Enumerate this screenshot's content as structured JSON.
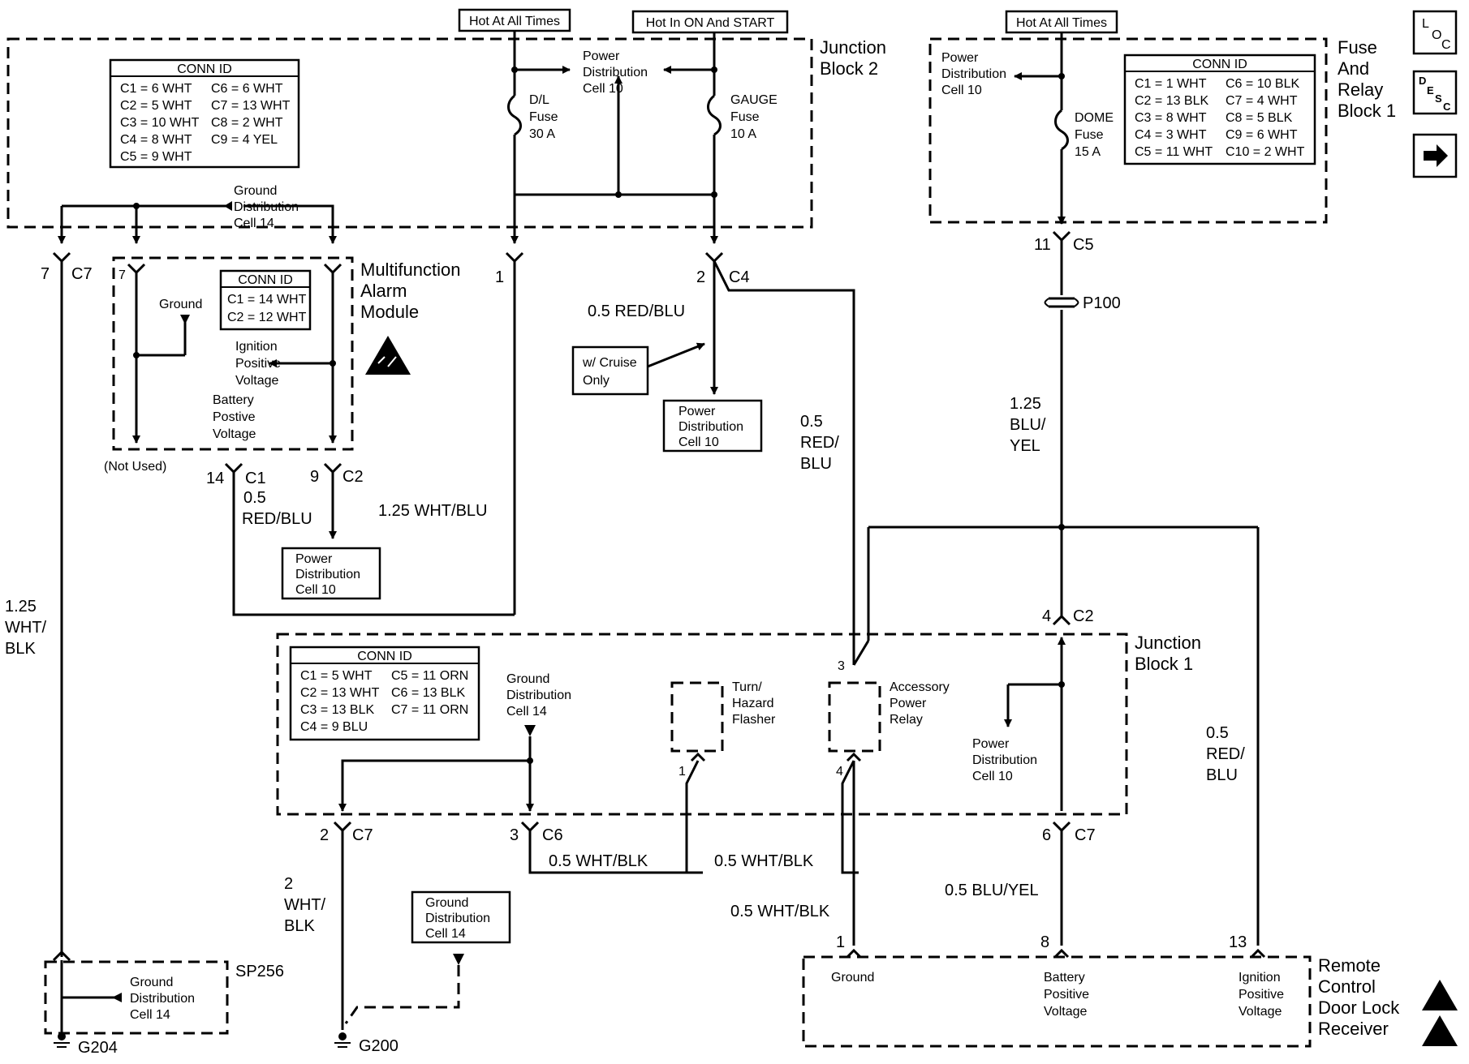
{
  "supply": {
    "hot_at_all_times_1": "Hot At All Times",
    "hot_in_on_and_start": "Hot In ON And START",
    "hot_at_all_times_2": "Hot At All Times"
  },
  "junction_block_2": {
    "name_line1": "Junction",
    "name_line2": "Block 2",
    "conn_id": {
      "title": "CONN ID",
      "col1": [
        "C1 = 6 WHT",
        "C2 = 5 WHT",
        "C3 = 10 WHT",
        "C4 = 8 WHT",
        "C5 = 9 WHT"
      ],
      "col2": [
        "C6 = 6 WHT",
        "C7 = 13 WHT",
        "C8 = 2 WHT",
        "C9 = 4 YEL"
      ]
    },
    "power_dist": [
      "Power",
      "Distribution",
      "Cell 10"
    ],
    "dl_fuse": [
      "D/L",
      "Fuse",
      "30 A"
    ],
    "gauge_fuse": [
      "GAUGE",
      "Fuse",
      "10 A"
    ],
    "ground_dist": [
      "Ground",
      "Distribution",
      "Cell 14"
    ]
  },
  "fuse_relay_block_1": {
    "name": [
      "Fuse",
      "And",
      "Relay",
      "Block 1"
    ],
    "power_dist": [
      "Power",
      "Distribution",
      "Cell 10"
    ],
    "dome_fuse": [
      "DOME",
      "Fuse",
      "15 A"
    ],
    "conn_id": {
      "title": "CONN ID",
      "col1": [
        "C1 = 1 WHT",
        "C2 = 13 BLK",
        "C3 = 8 WHT",
        "C4 = 3 WHT",
        "C5 = 11 WHT"
      ],
      "col2": [
        "C6 = 10 BLK",
        "C7 = 4 WHT",
        "C8 = 5 BLK",
        "C9 = 6 WHT",
        "C10 = 2 WHT"
      ]
    }
  },
  "nav": {
    "loc": [
      "L",
      "O",
      "C"
    ],
    "desc": [
      "D",
      "E",
      "S",
      "C"
    ],
    "arrow": "arrow-right-icon"
  },
  "connectors": {
    "jb2_c7_pin": "7",
    "jb2_c7": "C7",
    "jb2_pin1": "1",
    "jb2_c4_pin": "2",
    "jb2_c4": "C4",
    "frb_c5_pin": "11",
    "frb_c5": "C5",
    "p100": "P100",
    "mam_pin7": "7",
    "mam_c1_pin": "14",
    "mam_c1": "C1",
    "mam_c2_pin": "9",
    "mam_c2": "C2",
    "jb1_c2_pin": "4",
    "jb1_c2": "C2",
    "jb1_c7a_pin": "2",
    "jb1_c7a": "C7",
    "jb1_c6_pin": "3",
    "jb1_c6": "C6",
    "jb1_c7b_pin": "6",
    "jb1_c7b": "C7",
    "flasher_pin": "1",
    "relay_pin3": "3",
    "relay_pin4": "4",
    "rcdl_pin1": "1",
    "rcdl_pin8": "8",
    "rcdl_pin13": "13",
    "sp256": "SP256",
    "g204": "G204",
    "g200": "G200"
  },
  "mam": {
    "name": [
      "Multifunction",
      "Alarm",
      "Module"
    ],
    "conn_id": {
      "title": "CONN ID",
      "rows": [
        "C1 = 14 WHT",
        "C2 = 12 WHT"
      ]
    },
    "ground": "Ground",
    "ignition": [
      "Ignition",
      "Positive",
      "Voltage"
    ],
    "battery": [
      "Battery",
      "Postive",
      "Voltage"
    ],
    "not_used": "(Not Used)"
  },
  "wires": {
    "w_red_blu_c4": "0.5 RED/BLU",
    "cruise": [
      "w/ Cruise",
      "Only"
    ],
    "pd10_c4": [
      "Power",
      "Distribution",
      "Cell 10"
    ],
    "red_blu_relay": [
      "0.5",
      "RED/",
      "BLU"
    ],
    "blu_yel_125": [
      "1.25",
      "BLU/",
      "YEL"
    ],
    "mam_c1_wire": [
      "0.5",
      "RED/BLU"
    ],
    "wht_blu": "1.25 WHT/BLU",
    "pd10_mam": [
      "Power",
      "Distribution",
      "Cell 10"
    ],
    "wht_blk_125": [
      "1.25",
      "WHT/",
      "BLK"
    ],
    "red_blu_rcdl": [
      "0.5",
      "RED/",
      "BLU"
    ],
    "wht_blk_c6": "0.5 WHT/BLK",
    "wht_blk_flasher": "0.5 WHT/BLK",
    "wht_blk_relay": "0.5 WHT/BLK",
    "blu_yel_05": "0.5 BLU/YEL",
    "wht_blk_2": [
      "2",
      "WHT/",
      "BLK"
    ],
    "gd14_g200": [
      "Ground",
      "Distribution",
      "Cell 14"
    ]
  },
  "junction_block_1": {
    "name": [
      "Junction",
      "Block 1"
    ],
    "conn_id": {
      "title": "CONN ID",
      "col1": [
        "C1 = 5 WHT",
        "C2 = 13 WHT",
        "C3 = 13 BLK",
        "C4 = 9 BLU"
      ],
      "col2": [
        "C5 = 11 ORN",
        "C6 = 13 BLK",
        "C7 = 11 ORN"
      ]
    },
    "ground_dist": [
      "Ground",
      "Distribution",
      "Cell 14"
    ],
    "flasher": [
      "Turn/",
      "Hazard",
      "Flasher"
    ],
    "relay": [
      "Accessory",
      "Power",
      "Relay"
    ],
    "power_dist": [
      "Power",
      "Distribution",
      "Cell 10"
    ]
  },
  "sp256_box": {
    "ground_dist": [
      "Ground",
      "Distribution",
      "Cell 14"
    ]
  },
  "rcdl": {
    "name": [
      "Remote",
      "Control",
      "Door Lock",
      "Receiver"
    ],
    "ground": "Ground",
    "battery": [
      "Battery",
      "Positive",
      "Voltage"
    ],
    "ignition": [
      "Ignition",
      "Positive",
      "Voltage"
    ]
  }
}
